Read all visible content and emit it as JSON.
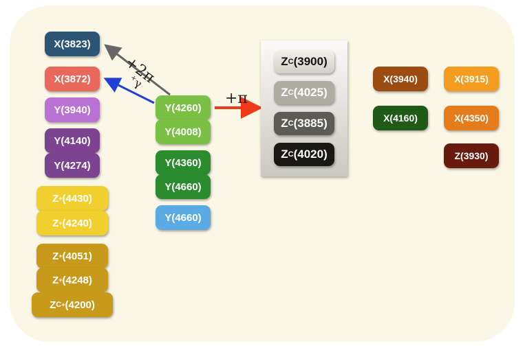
{
  "colors": {
    "background": "#fbf7e6",
    "x_dark_blue": "#2c5575",
    "x_salmon": "#e8685b",
    "y_violet": "#b972d4",
    "y_purple": "#7c4490",
    "y_light_green": "#79c044",
    "y_green": "#2a8c2e",
    "y_light_blue": "#5aaae4",
    "z_yellow": "#f0cf2e",
    "z_gold": "#c79a1c",
    "x_brown": "#9c4c10",
    "x_dark_green": "#1f5a17",
    "x_orange": "#f39c20",
    "x_dark_orange": "#e57c1c",
    "z_dark_red": "#6a1b10",
    "arrow_gray": "#666666",
    "arrow_blue": "#1f3fd6",
    "arrow_red": "#ee3a1a"
  },
  "left_column": [
    {
      "label": "X(3823)"
    },
    {
      "label": "X(3872)"
    },
    {
      "label": "Y(3940)"
    },
    {
      "label": "Y(4140)"
    },
    {
      "label": "Y(4274)"
    }
  ],
  "z_plus_states": [
    {
      "prefix": "Z",
      "sup": "+",
      "mass": "(4430)"
    },
    {
      "prefix": "Z",
      "sup": "+",
      "mass": "(4240)"
    },
    {
      "prefix": "Z",
      "sup": "+",
      "mass": "(4051)"
    },
    {
      "prefix": "Z",
      "sup": "+",
      "mass": "(4248)"
    }
  ],
  "zc_plus_state": {
    "prefix": "Z",
    "sub": "C",
    "sup": "+",
    "mass": "(4200)"
  },
  "middle_column": [
    {
      "label": "Y(4260)"
    },
    {
      "label": "Y(4008)"
    },
    {
      "label": "Y(4360)"
    },
    {
      "label": "Y(4660)"
    },
    {
      "label": "Y(4660)"
    }
  ],
  "zc_panel": [
    {
      "prefix": "Z",
      "sub": "C",
      "mass": "(3900)"
    },
    {
      "prefix": "Z",
      "sub": "C",
      "mass": "(4025)"
    },
    {
      "prefix": "Z",
      "sub": "C",
      "mass": "(3885)"
    },
    {
      "prefix": "Z",
      "sub": "C",
      "mass": "(4020)"
    }
  ],
  "right_states": [
    {
      "label": "X(3940)"
    },
    {
      "label": "X(4160)"
    },
    {
      "label": "X(3915)"
    },
    {
      "label": "X(4350)"
    },
    {
      "label": "Z(3930)"
    }
  ],
  "arrows": {
    "two_pi": "+2π",
    "gamma_plus": "+",
    "gamma": "γ",
    "pi": "+π"
  }
}
